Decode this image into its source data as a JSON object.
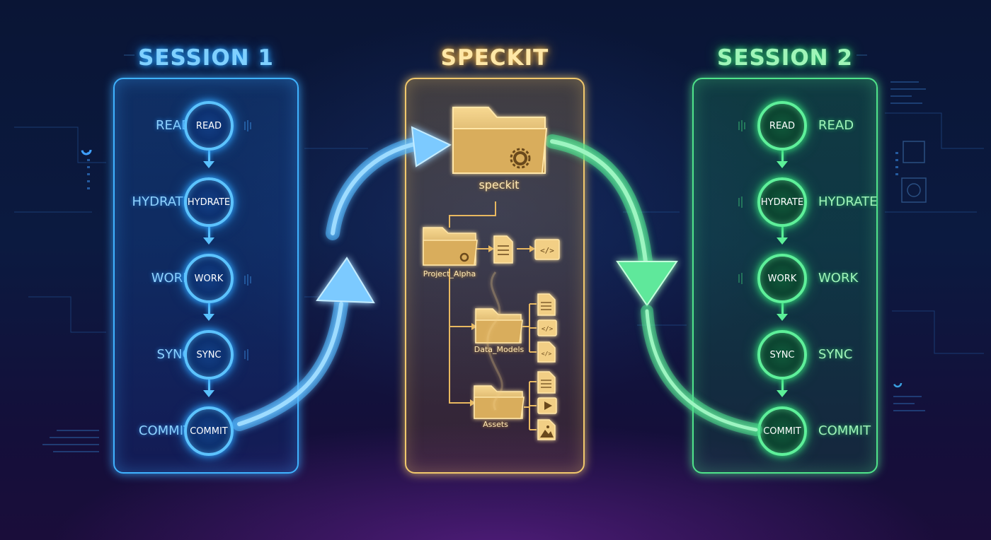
{
  "session1": {
    "title": "SESSION 1",
    "color": "#3fb2ff",
    "steps": [
      {
        "label": "READ",
        "node": "READ"
      },
      {
        "label": "HYDRATE",
        "node": "HYDRATE"
      },
      {
        "label": "WORK",
        "node": "WORK"
      },
      {
        "label": "SYNC",
        "node": "SYNC"
      },
      {
        "label": "COMMIT",
        "node": "COMMIT"
      }
    ]
  },
  "speckit": {
    "title": "SPECKIT",
    "color": "#f1c86c",
    "main_folder": {
      "label": "speckit",
      "icon": "folder-gear-icon"
    },
    "tree": [
      {
        "label": "Project_Alpha",
        "icon": "folder-gear-icon",
        "children": [
          "document-icon",
          "code-file-icon"
        ]
      },
      {
        "label": "Data_Models",
        "icon": "folder-icon",
        "children": [
          "document-icon",
          "code-file-icon",
          "code-file-icon"
        ]
      },
      {
        "label": "Assets",
        "icon": "folder-icon",
        "children": [
          "document-icon",
          "video-file-icon",
          "image-file-icon"
        ]
      }
    ]
  },
  "session2": {
    "title": "SESSION 2",
    "color": "#4fe38a",
    "steps": [
      {
        "label": "READ",
        "node": "READ"
      },
      {
        "label": "HYDRATE",
        "node": "HYDRATE"
      },
      {
        "label": "WORK",
        "node": "WORK"
      },
      {
        "label": "SYNC",
        "node": "SYNC"
      },
      {
        "label": "COMMIT",
        "node": "COMMIT"
      }
    ]
  }
}
